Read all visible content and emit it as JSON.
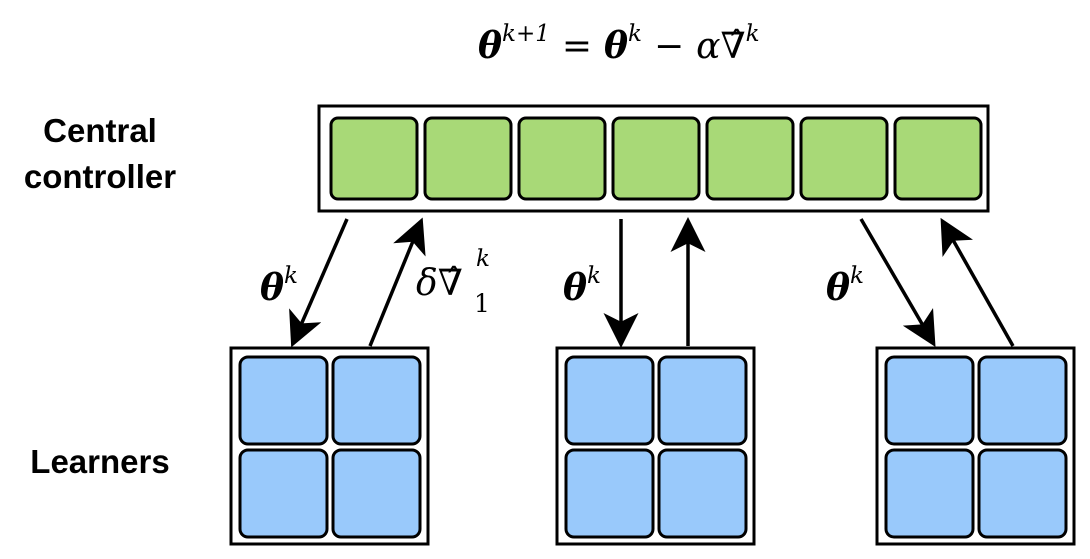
{
  "labels": {
    "central_line1": "Central",
    "central_line2": "controller",
    "learners": "Learners"
  },
  "equation": {
    "theta": "θ",
    "sup_k1": "k+1",
    "equals": "=",
    "sup_k": "k",
    "minus": "−",
    "alpha": "α",
    "nabla": "∇̂"
  },
  "arrow_labels": {
    "theta": "θ",
    "sup_k": "k",
    "delta": "δ",
    "nabla": "∇̂",
    "sub_1": "1"
  },
  "colors": {
    "controller_cell": "#a8d977",
    "learner_cell": "#99c9fb",
    "stroke": "#000000",
    "background": "#ffffff"
  }
}
